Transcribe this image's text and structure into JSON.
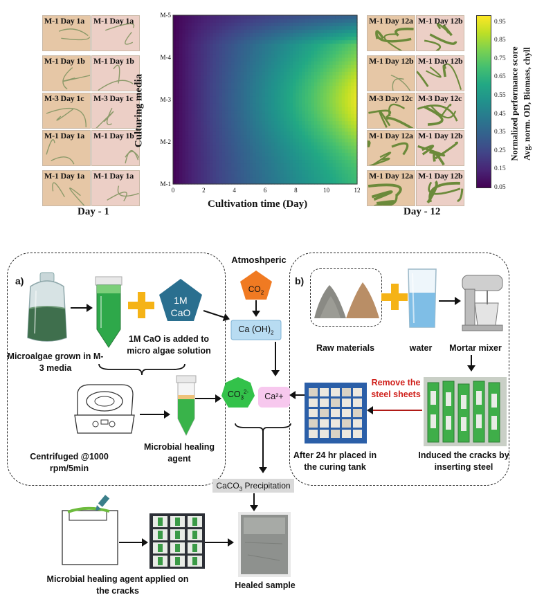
{
  "panels_day1": [
    {
      "left": "M-1 Day 1a",
      "right": "M-1 Day 1a"
    },
    {
      "left": "M-1 Day 1b",
      "right": "M-1 Day 1b"
    },
    {
      "left": "M-3 Day 1c",
      "right": "M-3 Day 1c"
    },
    {
      "left": "M-1 Day 1a",
      "right": "M-1 Day 1b"
    },
    {
      "left": "M-1 Day 1a",
      "right": "M-1 Day 1a"
    }
  ],
  "panels_day12": [
    {
      "left": "M-1 Day 12a",
      "right": "M-1 Day 12b"
    },
    {
      "left": "M-1 Day 12b",
      "right": "M-1 Day 12b"
    },
    {
      "left": "M-3 Day 12c",
      "right": "M-3 Day 12c"
    },
    {
      "left": "M-1 Day 12a",
      "right": "M-1 Day 12b"
    },
    {
      "left": "M-1 Day 12a",
      "right": "M-1 Day 12b"
    }
  ],
  "day1_label": "Day - 1",
  "day12_label": "Day - 12",
  "chart_data": {
    "type": "heatmap",
    "xlabel": "Cultivation time (Day)",
    "ylabel": "Culturing media",
    "x_ticks": [
      "0",
      "2",
      "4",
      "6",
      "8",
      "10",
      "12"
    ],
    "y_ticks": [
      "M-1",
      "M-2",
      "M-3",
      "M-4",
      "M-5"
    ],
    "x_range": [
      0,
      12
    ],
    "colorbar_label_1": "Normalized performance score",
    "colorbar_label_2": "Avg. norm. OD, Biomass, chyll",
    "colorbar_ticks": [
      "0.05",
      "0.15",
      "0.25",
      "0.35",
      "0.45",
      "0.55",
      "0.65",
      "0.75",
      "0.85",
      "0.95"
    ],
    "colorbar_range": [
      0.05,
      0.99
    ],
    "colormap": "viridis"
  },
  "diagram": {
    "label_a": "a)",
    "label_b": "b)",
    "atmospheric": "Atmoshperic",
    "co2": "CO",
    "co2_sub": "2",
    "cao_1": "1M",
    "cao_2": "CaO",
    "caoh_main": "Ca (OH)",
    "caoh_sub": "2",
    "co3": "CO",
    "co3_sub": "3",
    "co3_sup": "2-",
    "ca": "Ca²+",
    "microalgae_caption": "Microalgae grown in M-3 media",
    "cao_caption": "1M CaO is added to micro algae solution",
    "centrifuge_caption": "Centrifuged @1000 rpm/5min",
    "healing_agent_caption": "Microbial healing agent",
    "raw_caption": "Raw materials",
    "water_caption": "water",
    "mixer_caption": "Mortar mixer",
    "remove_caption": "Remove the steel sheets",
    "curing_caption": "After 24 hr placed in the curing tank",
    "cracks_caption": "Induced the cracks by inserting steel",
    "precip_main": "CaCO",
    "precip_sub": "3",
    "precip_rest": " Precipitation",
    "applied_caption": "Microbial healing agent applied on the cracks",
    "healed_caption": "Healed sample"
  },
  "colors": {
    "plus": "#f5b316",
    "cao_pentagon": "#2a6f8f",
    "co2_pentagon": "#f07a22",
    "caoh_box": "#b8dcf2",
    "co3_heptagon": "#33c24a",
    "ca_box": "#f7c8ee",
    "remove_text": "#d0211c",
    "precip_box": "#d9d9d9"
  }
}
